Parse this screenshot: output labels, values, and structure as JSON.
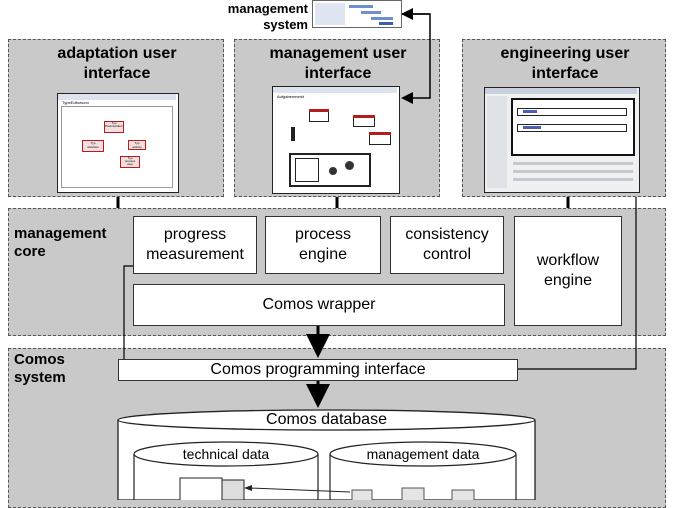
{
  "top": {
    "management_system_label": "management\nsystem"
  },
  "ui_layer": {
    "adaptation": {
      "title": "adaptation user\ninterface",
      "window_caption": "TypeEditorsxxx",
      "node_labels": [
        "Typ\nProcessAlternative",
        "Typ\nactivities",
        "Typ\nactivity",
        "Typ\nprocess\nstep"
      ]
    },
    "management": {
      "title": "management user\ninterface",
      "window_caption": "Aufgabenmerkt"
    },
    "engineering": {
      "title": "engineering user\ninterface"
    }
  },
  "management_core": {
    "label": "management\ncore",
    "progress_measurement": "progress\nmeasurement",
    "process_engine": "process\nengine",
    "consistency_control": "consistency\ncontrol",
    "workflow_engine": "workflow\nengine",
    "comos_wrapper": "Comos wrapper"
  },
  "comos_system": {
    "label": "Comos\nsystem",
    "programming_interface": "Comos programming interface",
    "database": "Comos database",
    "technical_data": "technical data",
    "management_data": "management data"
  }
}
